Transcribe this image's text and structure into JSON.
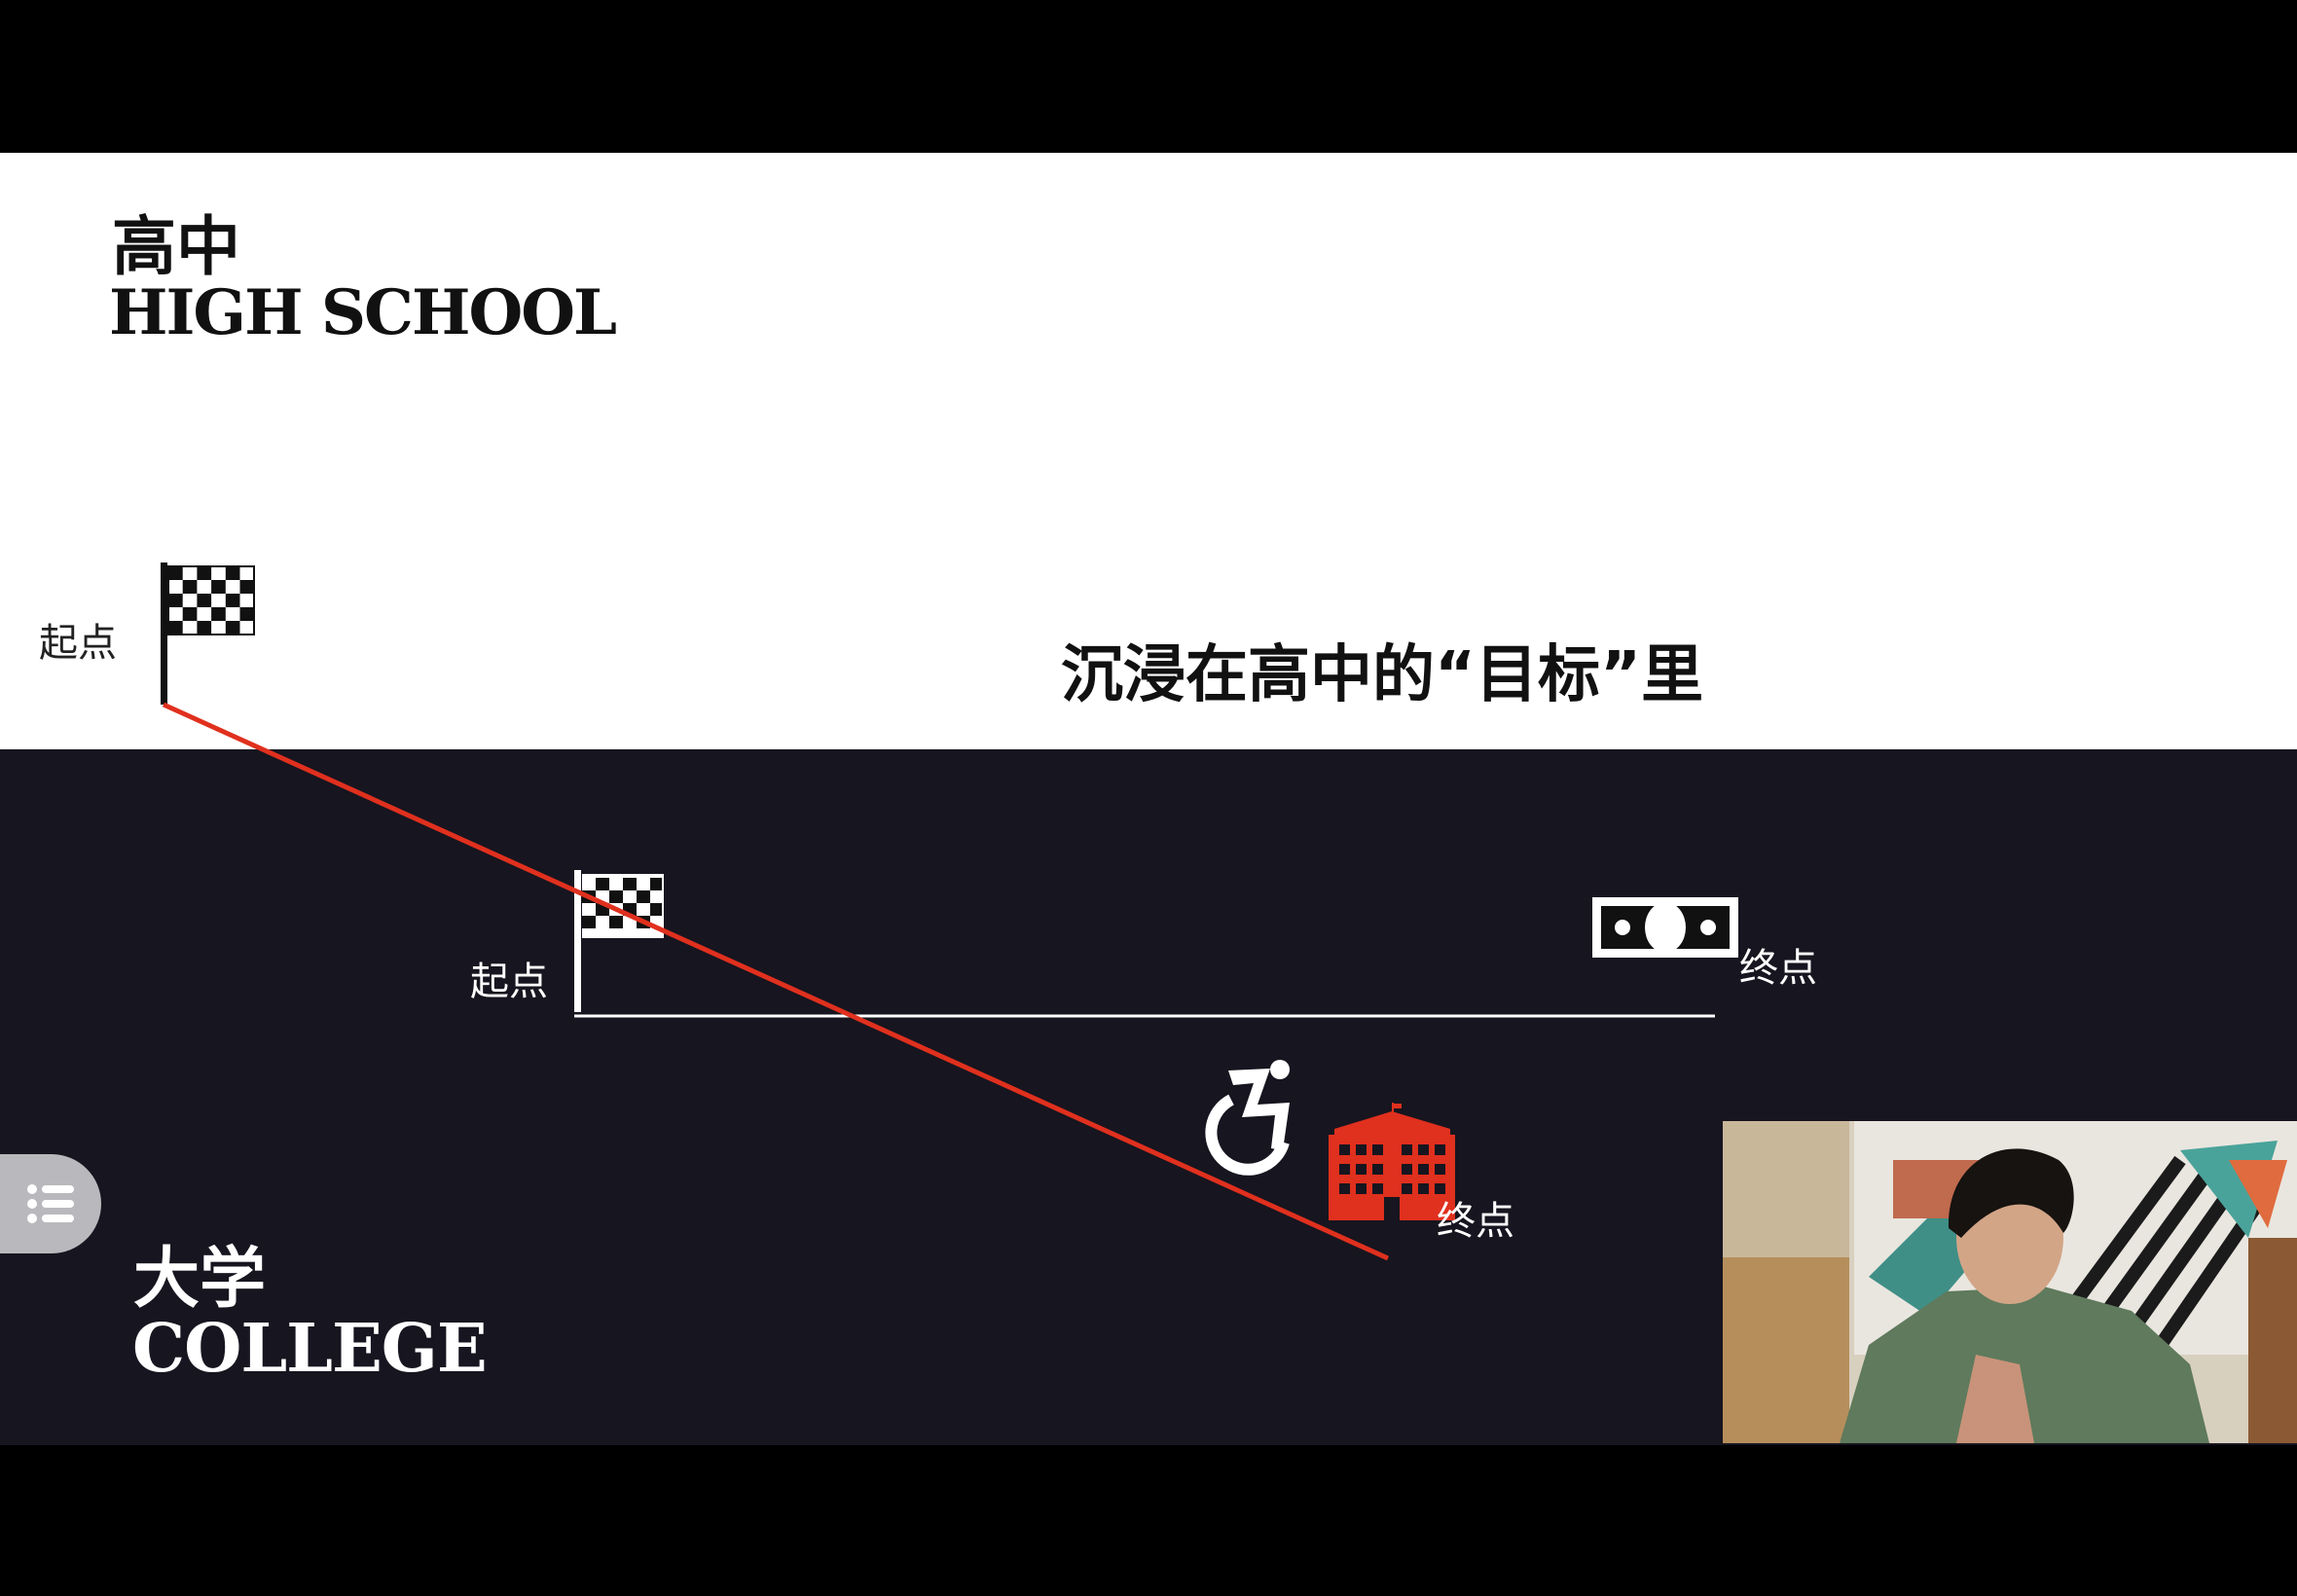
{
  "slide": {
    "high_school": {
      "title_cn": "高中",
      "title_en": "HIGH SCHOOL",
      "start_label": "起点"
    },
    "headline": "沉浸在高中的“目标”里",
    "college": {
      "title_cn": "大学",
      "title_en": "COLLEGE",
      "start_label": "起点",
      "end_label": "终点"
    },
    "high_school_end_label": "终点",
    "icons": [
      "checkered-flag-icon",
      "money-bill-icon",
      "wheelchair-icon",
      "school-building-icon"
    ],
    "colors": {
      "accent_red": "#e0301e",
      "dark_bg": "#17151f",
      "light_bg": "#ffffff"
    }
  },
  "controls": {
    "menu_icon": "list-icon"
  },
  "webcam": {
    "description": "presenter-video"
  }
}
